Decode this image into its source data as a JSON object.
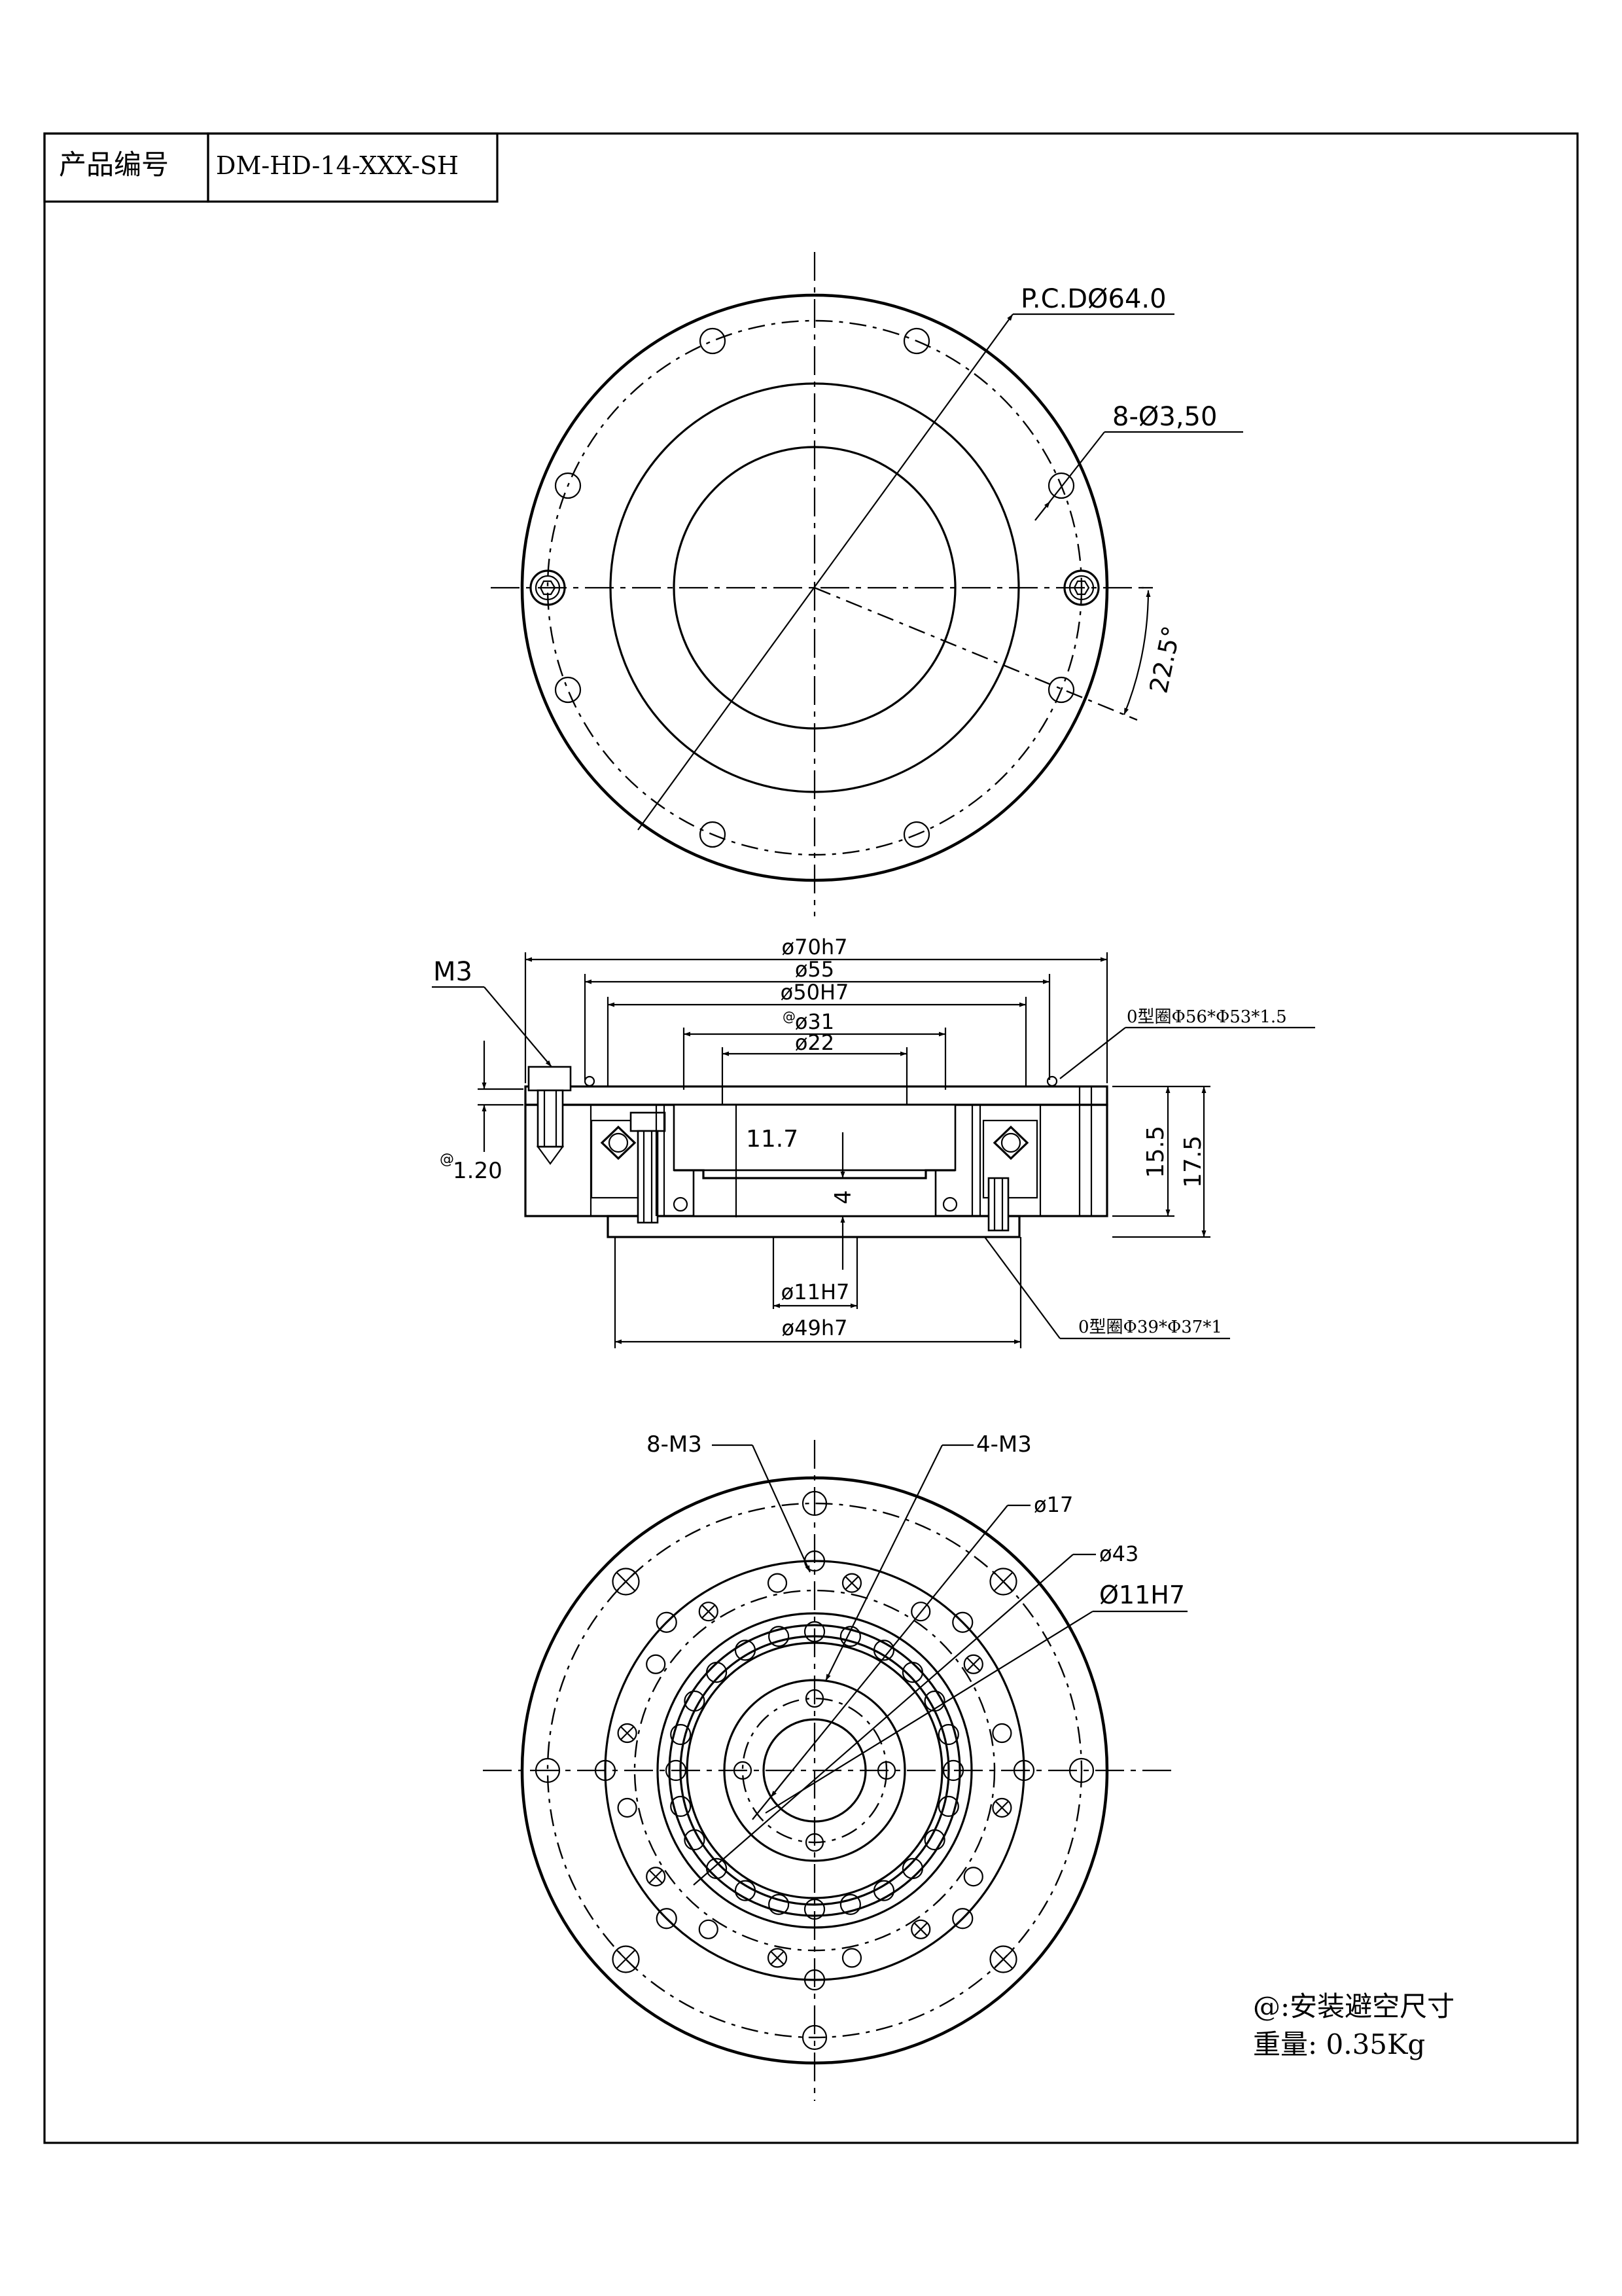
{
  "title_block": {
    "label": "产品编号",
    "product_code": "DM-HD-14-XXX-SH"
  },
  "top_view": {
    "pcd": "P.C.DØ64.0",
    "holes": "8-Ø3,50",
    "angle": "22.5°"
  },
  "section_view": {
    "d70": "ø70h7",
    "d55": "ø55",
    "d50": "ø50H7",
    "d31": "ø31",
    "d22": "ø22",
    "d11": "ø11H7",
    "d49": "ø49h7",
    "thread": "M3",
    "h117": "11.7",
    "h4": "4",
    "h155": "15.5",
    "h175": "17.5",
    "offset": "1.20",
    "at_mark": "@",
    "oring_top": "0型圈Φ56*Φ53*1.5",
    "oring_bottom": "0型圈Φ39*Φ37*1"
  },
  "bottom_view": {
    "m3_8": "8-M3",
    "m3_4": "4-M3",
    "d17": "ø17",
    "d43": "ø43",
    "d11": "Ø11H7"
  },
  "notes": {
    "clearance": "@:安装避空尺寸",
    "weight": "重量: 0.35Kg"
  }
}
